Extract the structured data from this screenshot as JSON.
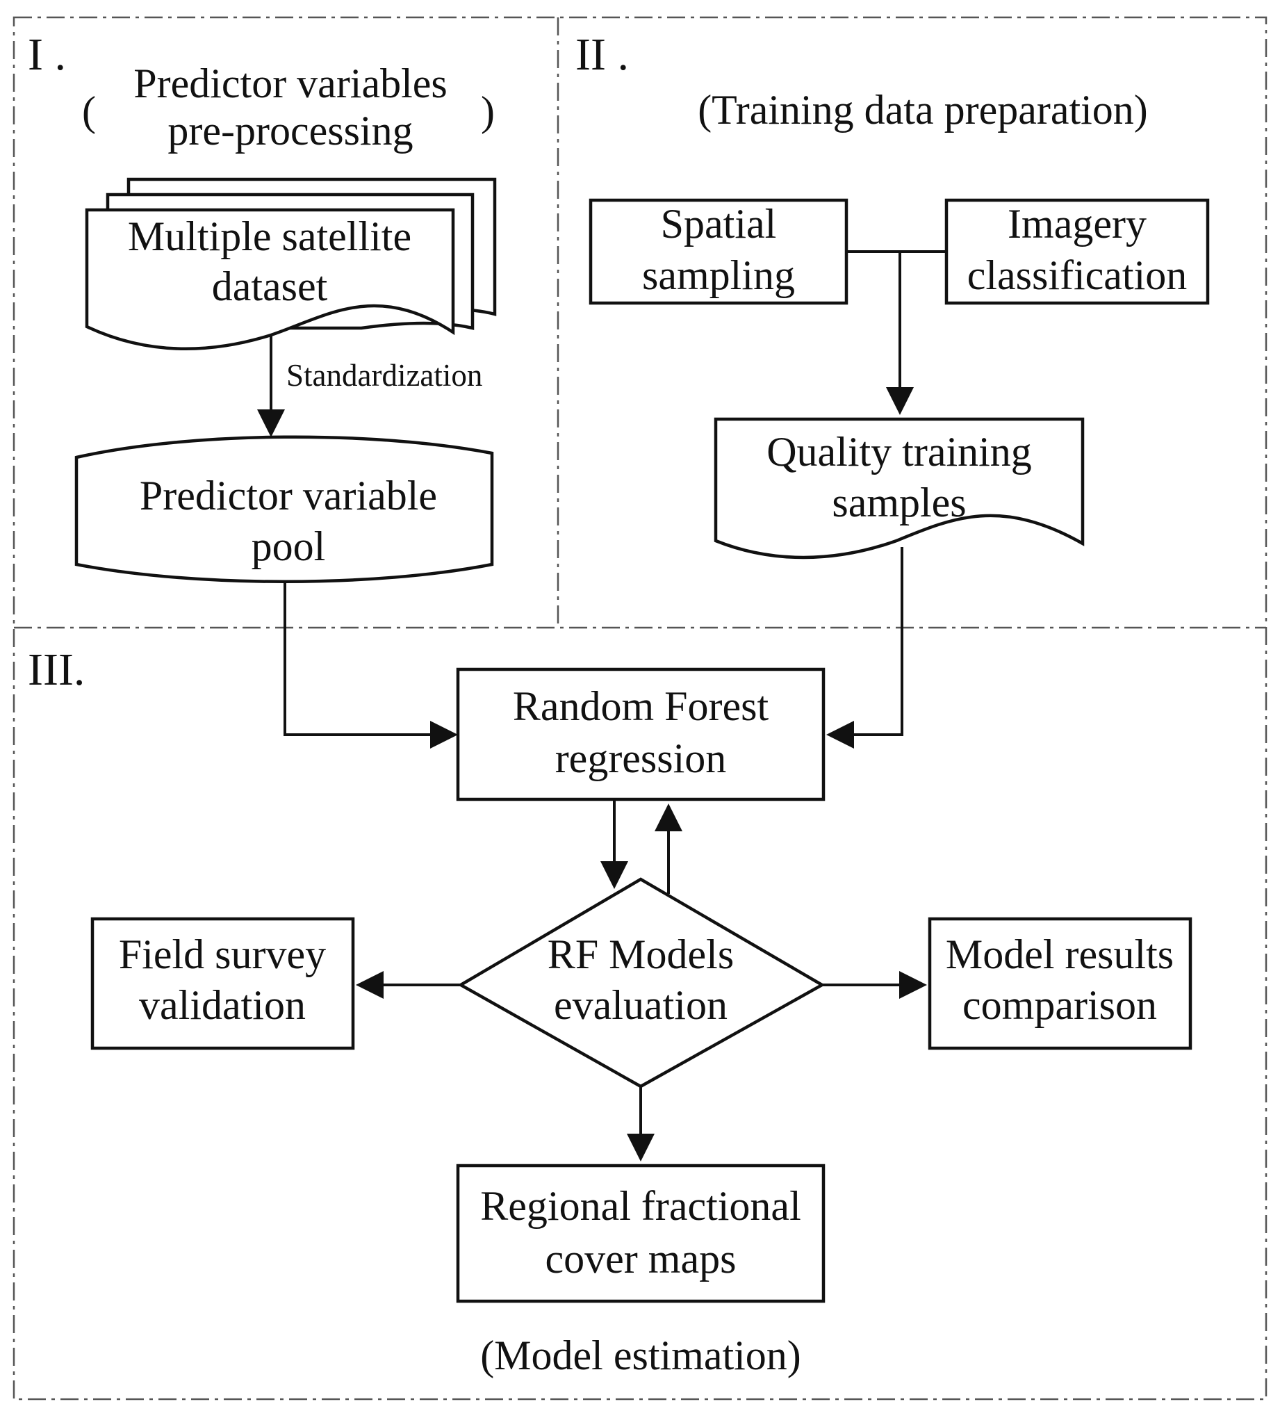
{
  "sections": {
    "s1": {
      "numeral": "I .",
      "paren_open": "(",
      "title_line1": "Predictor variables",
      "title_line2": "pre-processing",
      "paren_close": ")"
    },
    "s2": {
      "numeral": "II .",
      "title": "(Training data preparation)"
    },
    "s3": {
      "numeral": "III.",
      "title": "(Model estimation)"
    }
  },
  "nodes": {
    "satellite": {
      "line1": "Multiple satellite",
      "line2": "dataset"
    },
    "pool": {
      "line1": "Predictor variable",
      "line2": "pool"
    },
    "spatial": {
      "line1": "Spatial",
      "line2": "sampling"
    },
    "imagery": {
      "line1": "Imagery",
      "line2": "classification"
    },
    "quality": {
      "line1": "Quality training",
      "line2": "samples"
    },
    "rf": {
      "line1": "Random Forest",
      "line2": "regression"
    },
    "eval": {
      "line1": "RF Models",
      "line2": "evaluation"
    },
    "field": {
      "line1": "Field survey",
      "line2": "validation"
    },
    "compare": {
      "line1": "Model results",
      "line2": "comparison"
    },
    "maps": {
      "line1": "Regional fractional",
      "line2": "cover maps"
    }
  },
  "edges": {
    "standardization_label": "Standardization"
  }
}
